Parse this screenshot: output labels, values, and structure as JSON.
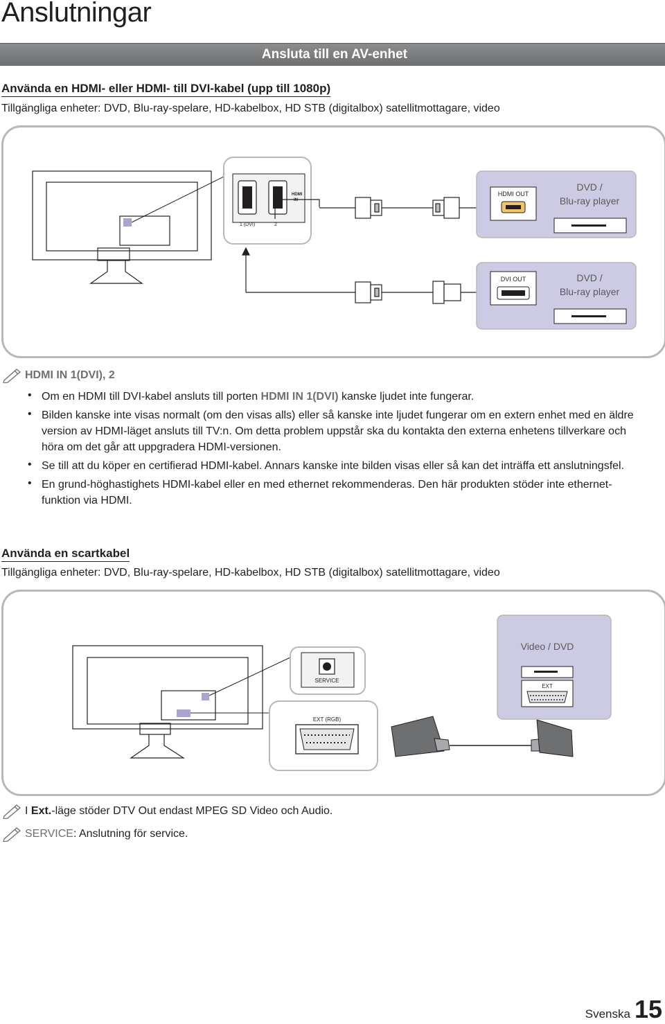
{
  "page": {
    "title": "Anslutningar",
    "section_title": "Ansluta till en AV-enhet",
    "footer_lang": "Svenska",
    "footer_page": "15"
  },
  "hdmi_section": {
    "heading": "Använda en HDMI- eller HDMI- till DVI-kabel (upp till 1080p)",
    "available": "Tillgängliga enheter: DVD, Blu-ray-spelare, HD-kabelbox, HD STB (digitalbox) satellitmottagare, video",
    "diagram": {
      "port_label_hdmi_in": "HDMI IN",
      "port_1": "1 (DVI)",
      "port_2": "2",
      "device1_port": "HDMI OUT",
      "device1_name_line1": "DVD /",
      "device1_name_line2": "Blu-ray player",
      "device2_port": "DVI OUT",
      "device2_name_line1": "DVD /",
      "device2_name_line2": "Blu-ray player"
    },
    "note_title": "HDMI IN 1(DVI), 2",
    "bullets": [
      {
        "pre": "Om en HDMI till DVI-kabel ansluts till porten ",
        "bold": "HDMI IN 1(DVI)",
        "post": " kanske ljudet inte fungerar."
      },
      {
        "pre": "Bilden kanske inte visas normalt (om den visas alls) eller så kanske inte ljudet fungerar om en extern enhet med en äldre version av HDMI-läget ansluts till TV:n. Om detta problem uppstår ska du kontakta den externa enhetens tillverkare och höra om det går att uppgradera HDMI-versionen.",
        "bold": "",
        "post": ""
      },
      {
        "pre": "Se till att du köper en certifierad HDMI-kabel. Annars kanske inte bilden visas eller så kan det inträffa ett anslutningsfel.",
        "bold": "",
        "post": ""
      },
      {
        "pre": "En grund-höghastighets HDMI-kabel eller en med ethernet rekommenderas. Den här produkten stöder inte ethernet-funktion via HDMI.",
        "bold": "",
        "post": ""
      }
    ]
  },
  "scart_section": {
    "heading": "Använda en scartkabel",
    "available": "Tillgängliga enheter: DVD, Blu-ray-spelare, HD-kabelbox, HD STB (digitalbox) satellitmottagare, video",
    "diagram": {
      "service_label": "SERVICE",
      "ext_rgb_label": "EXT (RGB)",
      "device_name": "Video / DVD",
      "device_port": "EXT"
    },
    "notes": [
      {
        "pre": "I ",
        "bold": "Ext.",
        "post": "-läge stöder DTV Out endast MPEG SD Video och Audio."
      },
      {
        "bold": "SERVICE",
        "post": ": Anslutning för service."
      }
    ]
  },
  "colors": {
    "device_fill": "#cdcbe3",
    "highlight_square": "#a9a5cf",
    "border_gray": "#b7b8ba",
    "section_bar": "#7b7d7f",
    "emphasis_gray": "#6d6f71"
  }
}
